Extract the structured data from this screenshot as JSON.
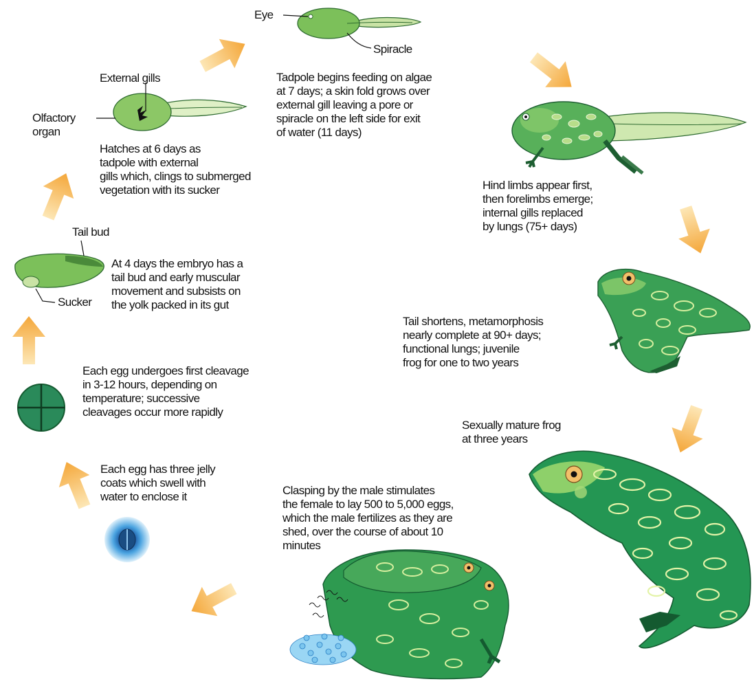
{
  "labels": {
    "eye": "Eye",
    "spiracle": "Spiracle",
    "external_gills": "External gills",
    "olfactory_organ": "Olfactory\norgan",
    "tail_bud": "Tail bud",
    "sucker": "Sucker"
  },
  "stages": {
    "spiracle_stage": "Tadpole begins feeding on algae\nat 7 days; a skin fold grows over\nexternal gill leaving a pore or\nspiracle on the left side for exit\nof water (11 days)",
    "hindlimbs": "Hind limbs appear first,\nthen forelimbs emerge;\ninternal gills replaced\nby lungs (75+ days)",
    "tail_shortens": "Tail shortens, metamorphosis\nnearly complete at 90+ days;\nfunctional lungs; juvenile\nfrog for one to two years",
    "mature": "Sexually mature frog\nat three years",
    "clasping": "Clasping by the male stimulates\nthe female to lay 500 to 5,000 eggs,\nwhich the male fertilizes as they are\nshed, over the course of about 10\nminutes",
    "jelly": "Each egg has three jelly\ncoats which swell with\nwater to enclose it",
    "cleavage": "Each egg undergoes first cleavage\nin 3-12 hours, depending on\ntemperature; successive\ncleavages occur more rapidly",
    "tail_bud_stage": "At 4 days the embryo has a\ntail bud and early muscular\nmovement and subsists on\nthe yolk packed in its gut",
    "hatch": "Hatches at 6 days as\ntadpole with external\ngills which, clings to submerged\nvegetation with its sucker"
  },
  "colors": {
    "frog_dark": "#1e8a4c",
    "frog_mid": "#3aa055",
    "frog_light": "#9fd07a",
    "spot": "#b8dd8a",
    "arrow": "#f6b74a",
    "egg_blue": "#2a7fc4",
    "egg_dark_green": "#1f6b45"
  }
}
